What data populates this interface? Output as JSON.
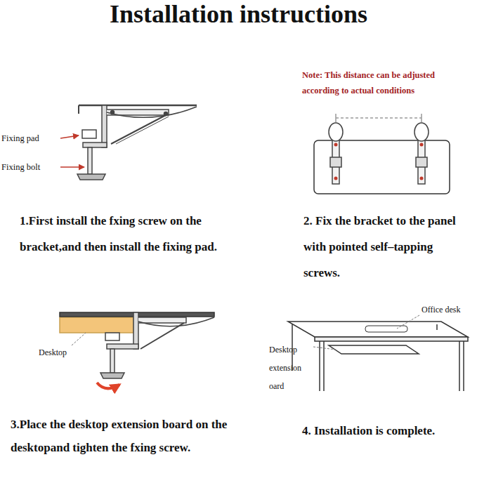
{
  "diagram": {
    "title": "Installation instructions",
    "labels": [
      "Note: This distance can be adjusted according to actual conditions",
      "Fixing pad",
      "Fixing bolt",
      "1.First install the fxing screw on the bracket,and then install the fixing pad.",
      "2. Fix the bracket to the panel with pointed self–tapping screws.",
      "Desktop",
      "Office desk",
      "Desktop extension oard",
      "3.Place the desktop extension board on the desktopand tighten the fxing screw.",
      "4. Installation is complete."
    ]
  }
}
